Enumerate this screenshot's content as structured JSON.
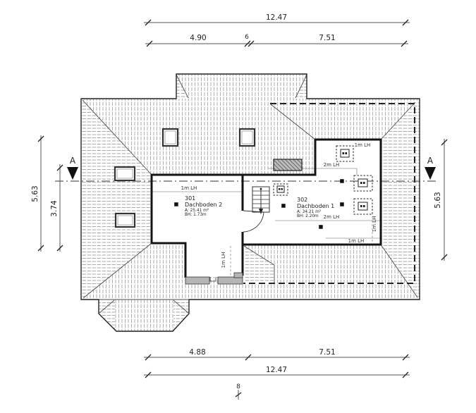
{
  "section_marker": "A",
  "dimensions": {
    "top": {
      "total": "12.47",
      "a": "4.90",
      "b": "6",
      "c": "7.51"
    },
    "bottom": {
      "a": "4.88",
      "c": "7.51",
      "total": "12.47",
      "b": "8"
    },
    "left": {
      "outer": "5.63",
      "inner": "3.74"
    },
    "right": {
      "outer": "5.63"
    }
  },
  "rooms": [
    {
      "number": "301",
      "name": "Dachboden 2",
      "area": "A: 25.41 m²",
      "height": "BH: 1.73m"
    },
    {
      "number": "302",
      "name": "Dachboden 1",
      "area": "A: 34.21 m²",
      "height": "BH: 2.20m"
    }
  ],
  "labels": {
    "lh1": "1m LH",
    "lh2": "2m LH"
  }
}
